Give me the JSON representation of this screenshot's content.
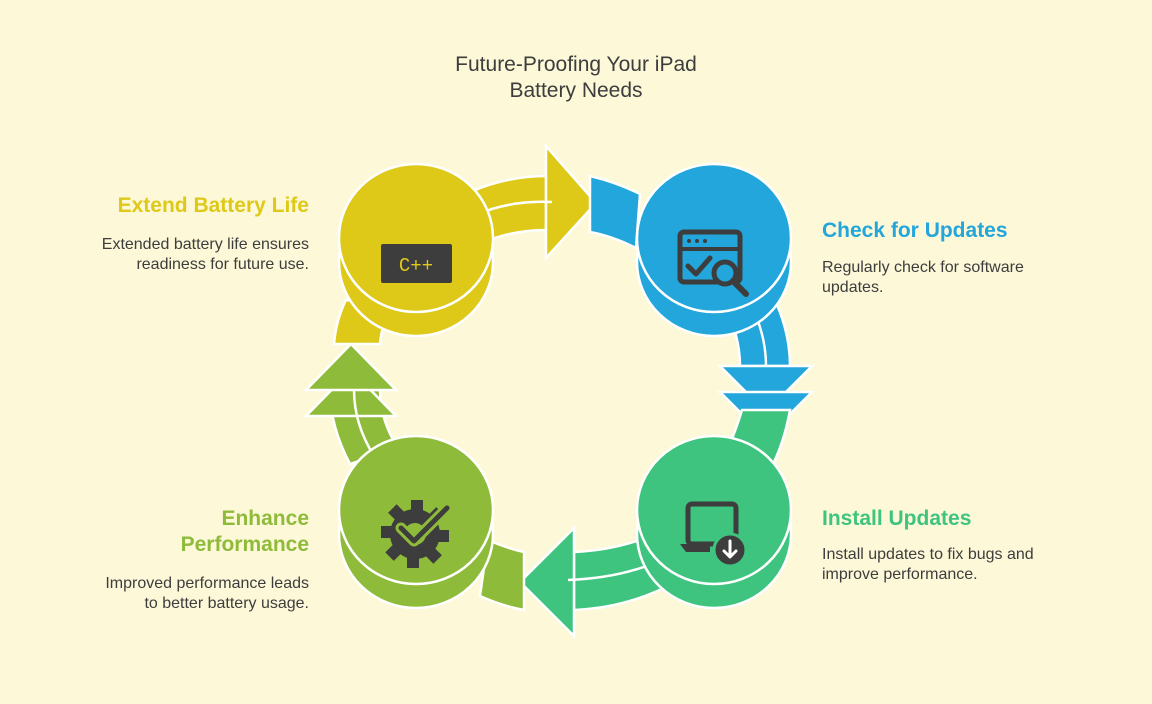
{
  "title_lines": [
    "Future-Proofing Your iPad",
    "Battery Needs"
  ],
  "colors": {
    "background": "#fdf8d8",
    "yellow": "#dfc918",
    "blue": "#22a6db",
    "green": "#3fc47f",
    "olive": "#8fbb3a",
    "icon": "#3d3d3d"
  },
  "steps": [
    {
      "id": "extend",
      "title": "Extend Battery Life",
      "text": "Extended battery life ensures readiness for future use.",
      "icon": "code-icon",
      "icon_text": "C++"
    },
    {
      "id": "check",
      "title": "Check for Updates",
      "text": "Regularly check for software updates.",
      "icon": "browser-search-icon"
    },
    {
      "id": "install",
      "title": "Install Updates",
      "text": "Install updates to fix bugs and improve performance.",
      "icon": "device-download-icon"
    },
    {
      "id": "enhance",
      "title_lines": [
        "Enhance",
        "Performance"
      ],
      "text": "Improved performance leads to better battery usage.",
      "icon": "gear-check-icon"
    }
  ]
}
